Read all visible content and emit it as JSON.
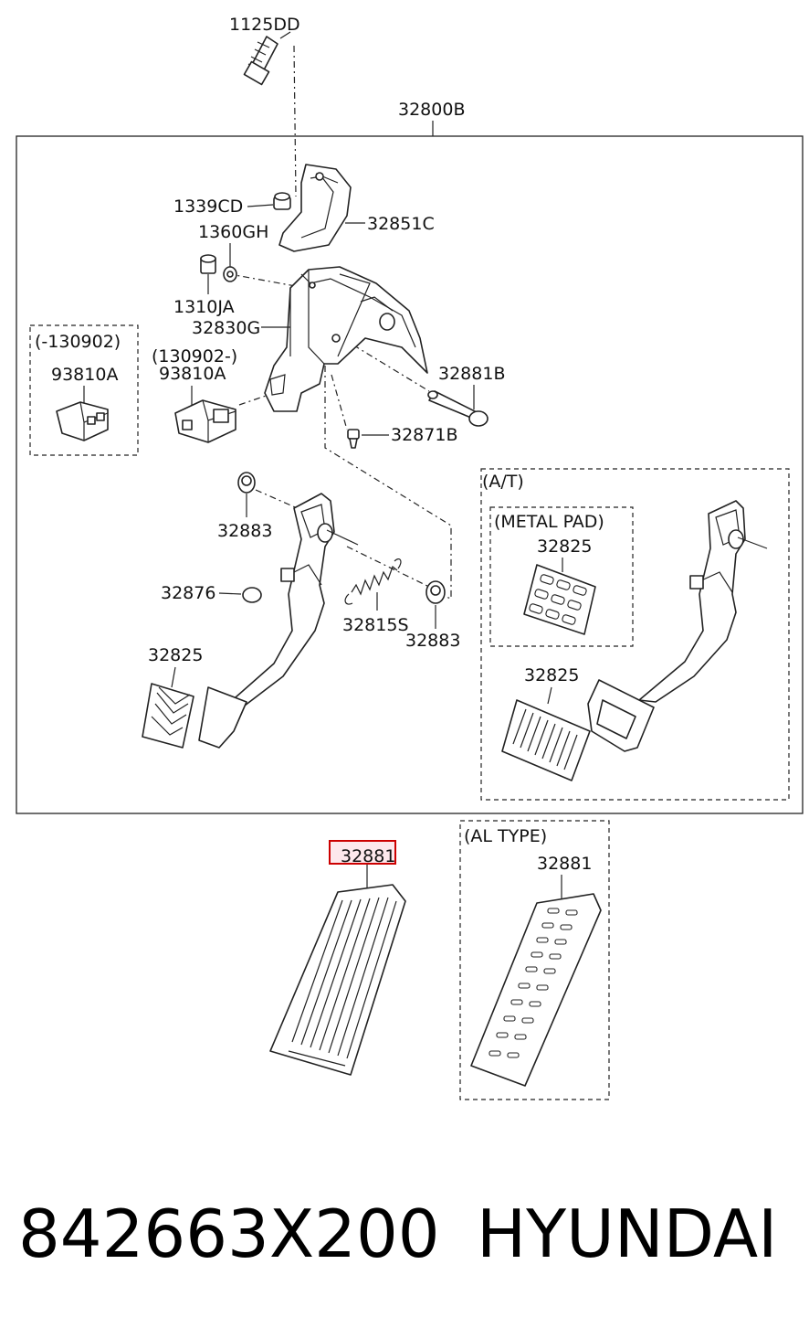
{
  "labels": {
    "bolt": "1125DD",
    "assembly": "32800B",
    "nut_1339": "1339CD",
    "bracket_c": "32851C",
    "washer_1360": "1360GH",
    "nut_1310": "1310JA",
    "member": "32830G",
    "pin_b": "32881B",
    "bolt_b": "32871B",
    "bushing_upper": "32883",
    "stopper": "32876",
    "spring": "32815S",
    "bushing_lower": "32883",
    "brake_pad": "32825",
    "at_metal_pad": "32825",
    "at_pad": "32825",
    "accel_pad_highlight": "32881",
    "al_type_pad": "32881"
  },
  "boxes": {
    "old_switch": {
      "title": "(-130902)",
      "part": "93810A"
    },
    "new_switch": {
      "title": "(130902-)",
      "part": "93810A"
    },
    "at": {
      "title": "(A/T)"
    },
    "metal_pad": {
      "title": "(METAL PAD)"
    },
    "al_type": {
      "title": "(AL TYPE)"
    }
  },
  "colors": {
    "line": "#222222",
    "highlight": "#cc0000"
  },
  "footer": {
    "part_number": "842663X200",
    "brand": "HYUNDAI"
  }
}
